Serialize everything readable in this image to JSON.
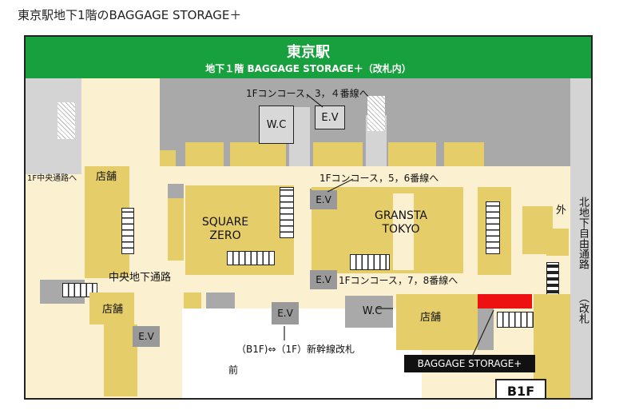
{
  "page": {
    "title": "東京駅地下1階のBAGGAGE STORAGE＋"
  },
  "header": {
    "station": "東京駅",
    "subtitle": "地下１階 BAGGAGE STORAGE＋（改札内）"
  },
  "labels": {
    "concourse_34": "1Fコンコース，3，４番線へ",
    "concourse_56": "1Fコンコース，5，6番線へ",
    "concourse_78": "1Fコンコース，7，8番線へ",
    "chuo_passage": "1F中央通路へ",
    "shop": "店舗",
    "square_zero_1": "SQUARE",
    "square_zero_2": "ZERO",
    "gransta_1": "GRANSTA",
    "gransta_2": "TOKYO",
    "chuo_chika": "中央地下通路",
    "shinkansen": "（B1F)⇔（1F）新幹線改札",
    "mae": "前",
    "soto": "外",
    "kita_chika": "北地下自由通路",
    "kaisatsu": "（改札",
    "ev": "E.V",
    "wc": "W.C",
    "baggage": "BAGGAGE STORAGE+",
    "floor": "B1F"
  },
  "colors": {
    "header_green": "#19a03e",
    "shop_yellow": "#e5ce6a",
    "corridor_cream": "#fbf0cf",
    "wall_gray": "#a9a9a9",
    "storage_red": "#ee1111"
  }
}
